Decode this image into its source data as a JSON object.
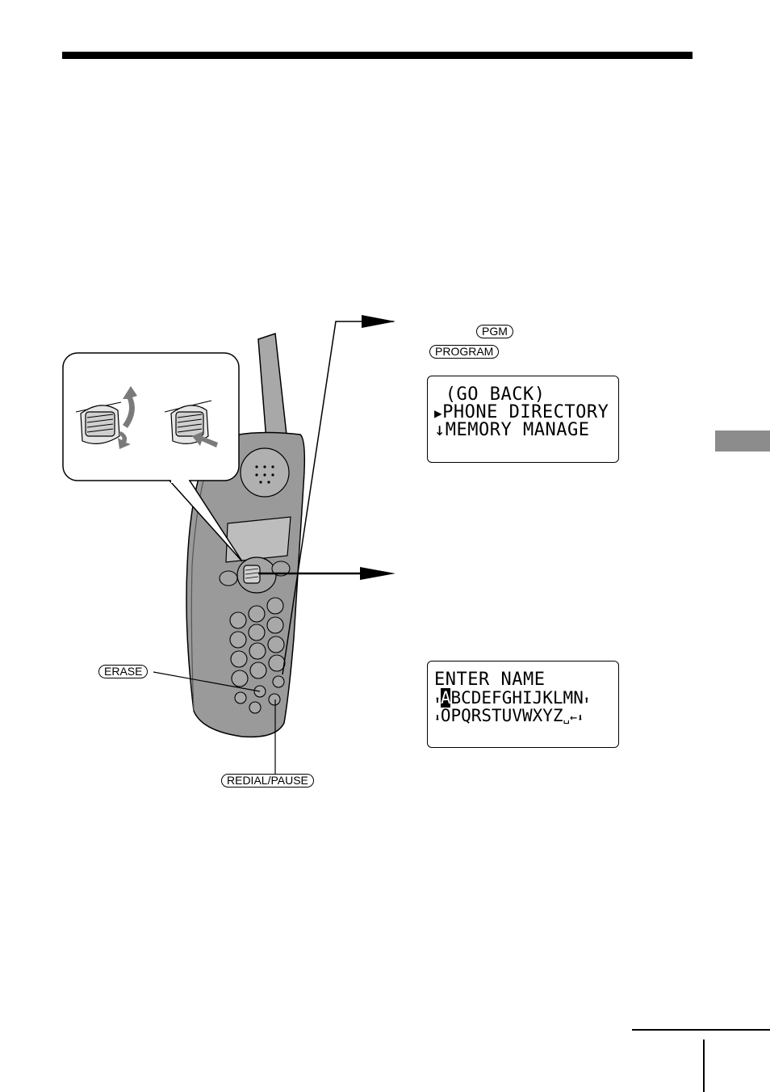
{
  "labels": {
    "pgm": "PGM",
    "program": "PROGRAM",
    "erase": "ERASE",
    "redial_pause": "REDIAL/PAUSE"
  },
  "display1": {
    "line1": " (GO BACK)",
    "line2_marker": "▶",
    "line2": "PHONE DIRECTORY",
    "line3_marker": "↓",
    "line3": "MEMORY MANAGE"
  },
  "display2": {
    "line1": "ENTER NAME",
    "line2_left": "⬆",
    "line2_cursor": "A",
    "line2": "BCDEFGHIJKLMN",
    "line2_right": "⬆",
    "line3_left": "⬇",
    "line3": "OPQRSTUVWXYZ",
    "line3_space": "␣",
    "line3_back": "←",
    "line3_right": "⬇"
  },
  "colors": {
    "handset_fill": "#9a9a9a",
    "handset_dark": "#6e6e6e",
    "arrow_gray": "#7a7a7a",
    "tab_gray": "#8c8c8c"
  }
}
